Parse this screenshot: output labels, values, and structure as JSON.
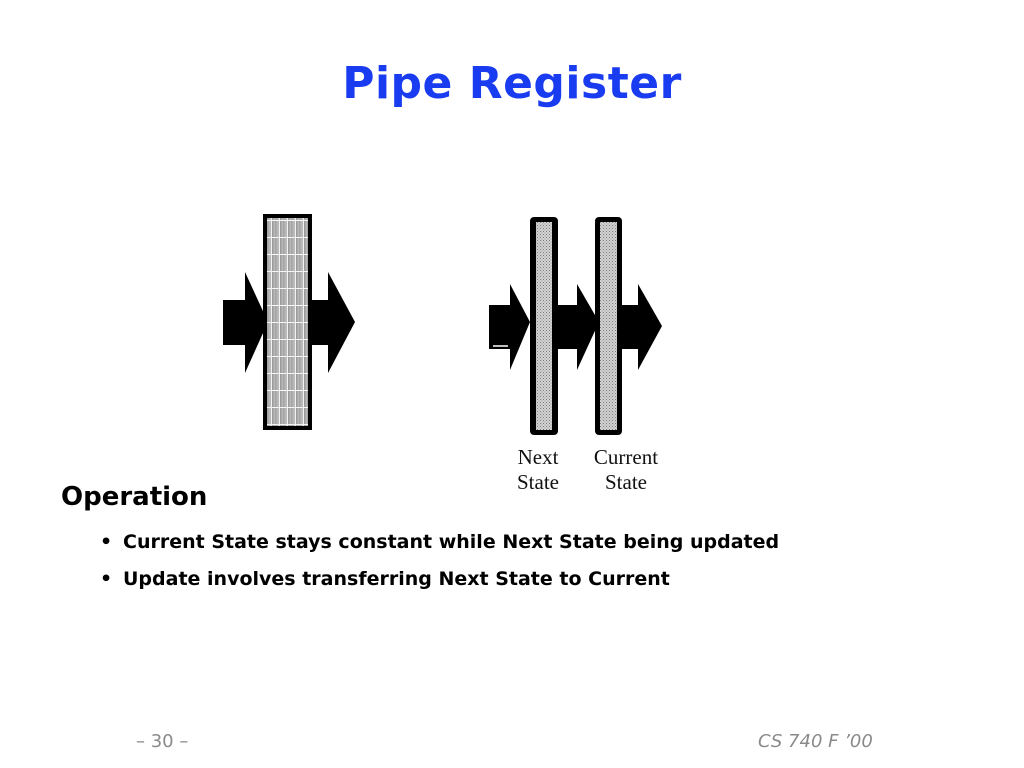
{
  "slide": {
    "title": "Pipe Register",
    "title_color": "#1a3cf0"
  },
  "diagram": {
    "left_register": {
      "name": "pipe-register-block",
      "fill": "grid-hatched gray"
    },
    "right_registers": [
      {
        "label_line1": "Next",
        "label_line2": "State"
      },
      {
        "label_line1": "Current",
        "label_line2": "State"
      }
    ],
    "arrow_color": "#000000"
  },
  "content": {
    "heading": "Operation",
    "bullets": [
      "Current State stays constant while Next State being updated",
      "Update involves transferring Next State to Current"
    ],
    "bullet_glyph": "•"
  },
  "footer": {
    "page": "– 30 –",
    "course": "CS 740 F ’00"
  }
}
